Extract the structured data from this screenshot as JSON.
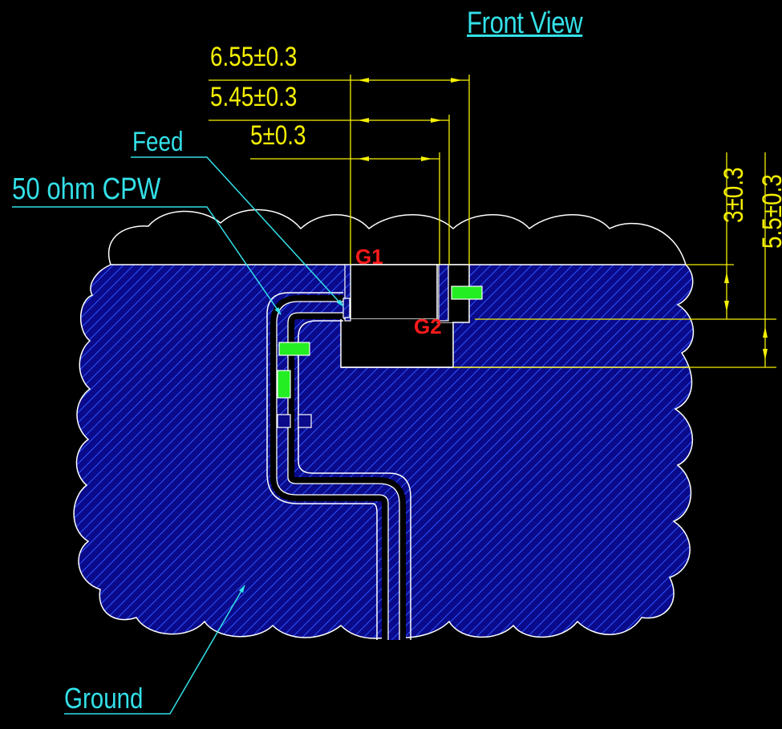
{
  "title": "Front View",
  "labels": {
    "feed": "Feed",
    "cpw": "50 ohm CPW",
    "ground": "Ground",
    "g1": "G1",
    "g2": "G2"
  },
  "dimensions": {
    "horizontal": [
      "6.55±0.3",
      "5.45±0.3",
      "5±0.3"
    ],
    "vertical": [
      "3±0.3",
      "5.5±0.3"
    ]
  },
  "colors": {
    "background": "#000000",
    "ground_fill": "#0a0a8a",
    "hatch": "#2b55ff",
    "outline": "#ffffff",
    "dimension": "#f5f000",
    "leader": "#33e0e8",
    "component": "#22ee22",
    "gap_label": "#ff1a1a"
  }
}
